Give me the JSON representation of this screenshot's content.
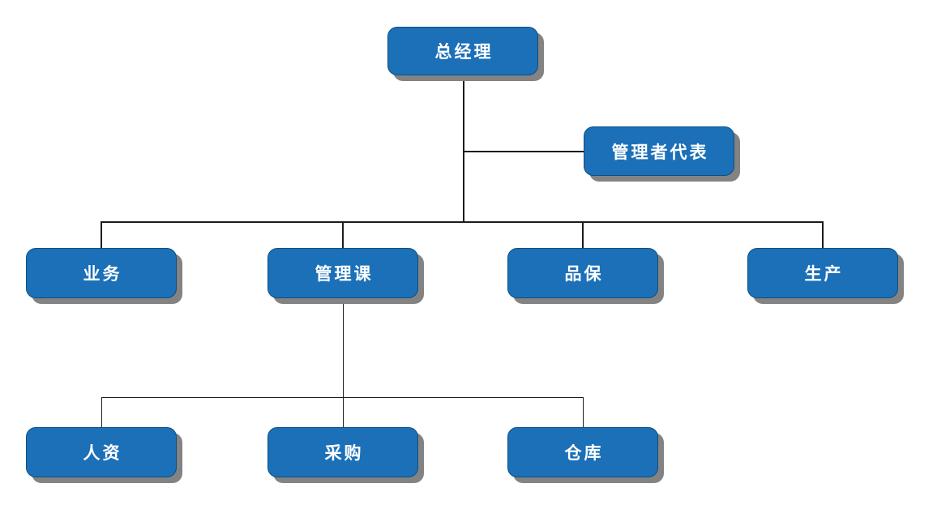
{
  "diagram": {
    "type": "org-chart",
    "colors": {
      "background": "#ffffff",
      "node_fill": "#1b70b8",
      "node_edge": "#0d4f7e",
      "node_shadow": "#838383",
      "line": "#1c1c1c",
      "text": "#ffffff"
    },
    "nodes": [
      {
        "id": "gm",
        "label": "总经理",
        "level": 1,
        "parent": null
      },
      {
        "id": "rep",
        "label": "管理者代表",
        "level": 1,
        "parent": "总经理",
        "relation": "staff-branch"
      },
      {
        "id": "biz",
        "label": "业务",
        "level": 2,
        "parent": "总经理"
      },
      {
        "id": "mgmt",
        "label": "管理课",
        "level": 2,
        "parent": "总经理"
      },
      {
        "id": "qa",
        "label": "品保",
        "level": 2,
        "parent": "总经理"
      },
      {
        "id": "prod",
        "label": "生产",
        "level": 2,
        "parent": "总经理"
      },
      {
        "id": "hr",
        "label": "人资",
        "level": 3,
        "parent": "管理课"
      },
      {
        "id": "pur",
        "label": "采购",
        "level": 3,
        "parent": "管理课"
      },
      {
        "id": "wh",
        "label": "仓库",
        "level": 3,
        "parent": "管理课"
      }
    ]
  }
}
